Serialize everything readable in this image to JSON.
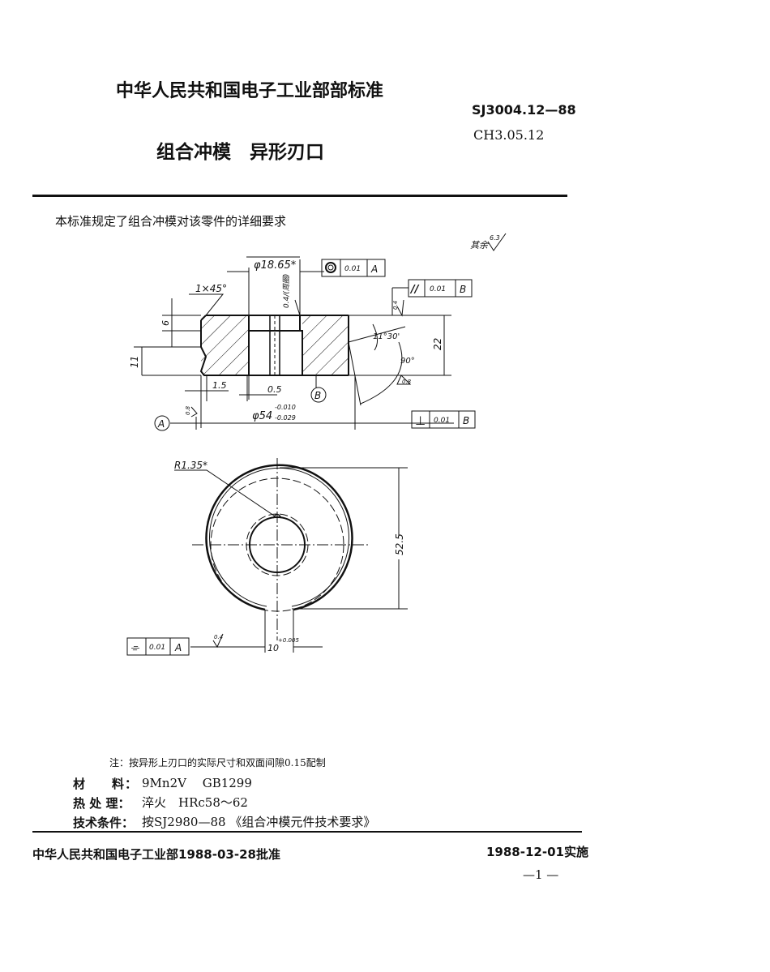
{
  "header": {
    "issuer": "中华人民共和国电子工业部部标准",
    "code": "SJ3004.12—88",
    "subcode": "CH3.05.12",
    "title": "组合冲模　异形刃口"
  },
  "intro": "本标准规定了组合冲模对该零件的详细要求",
  "drawing": {
    "roughness_general": {
      "prefix": "其余",
      "value": "6.3"
    },
    "section": {
      "dia_bore": "φ18.65*",
      "chamfer": "1×45°",
      "around": "0.4/(周圈)",
      "dim_6": "6",
      "dim_11": "11",
      "dim_22": "22",
      "dim_1_5": "1.5",
      "dim_0_5": "0.5",
      "angle_1": "11°30'",
      "angle_2": "90°",
      "rough_bottom": "0.8",
      "rough_top": "0.4",
      "rough_left": "0.8",
      "datum_a": "A",
      "datum_b": "B",
      "dia_outer": "φ54",
      "tol_upper": "-0.010",
      "tol_lower": "-0.029",
      "frame_concentricity": {
        "symbol": "◎",
        "value": "0.01",
        "datum": "A"
      },
      "frame_parallel": {
        "symbol": "//",
        "value": "0.01",
        "datum": "B"
      },
      "frame_perpendicular": {
        "symbol": "⊥",
        "value": "0.01",
        "datum": "B"
      }
    },
    "plan": {
      "radius": "R1.35*",
      "dim_52_5": "52.5",
      "slot": "10",
      "slot_tol": "+0.005",
      "rough_slot": "0.4",
      "frame_symmetry": {
        "symbol": "⌯",
        "value": "0.01",
        "datum": "A"
      }
    }
  },
  "notes": {
    "note": "注：按异形上刃口的实际尺寸和双面间隙0.15配制",
    "rows": [
      {
        "label": "材　　料：",
        "value": "9Mn2V　 GB1299"
      },
      {
        "label": "热 处 理：",
        "value": "淬火　HRc58～62"
      },
      {
        "label": "技术条件：",
        "value": "按SJ2980—88 《组合冲模元件技术要求》"
      }
    ]
  },
  "footer": {
    "approved": "中华人民共和国电子工业部1988-03-28批准",
    "effective": "1988-12-01实施",
    "page": "—1 —"
  }
}
